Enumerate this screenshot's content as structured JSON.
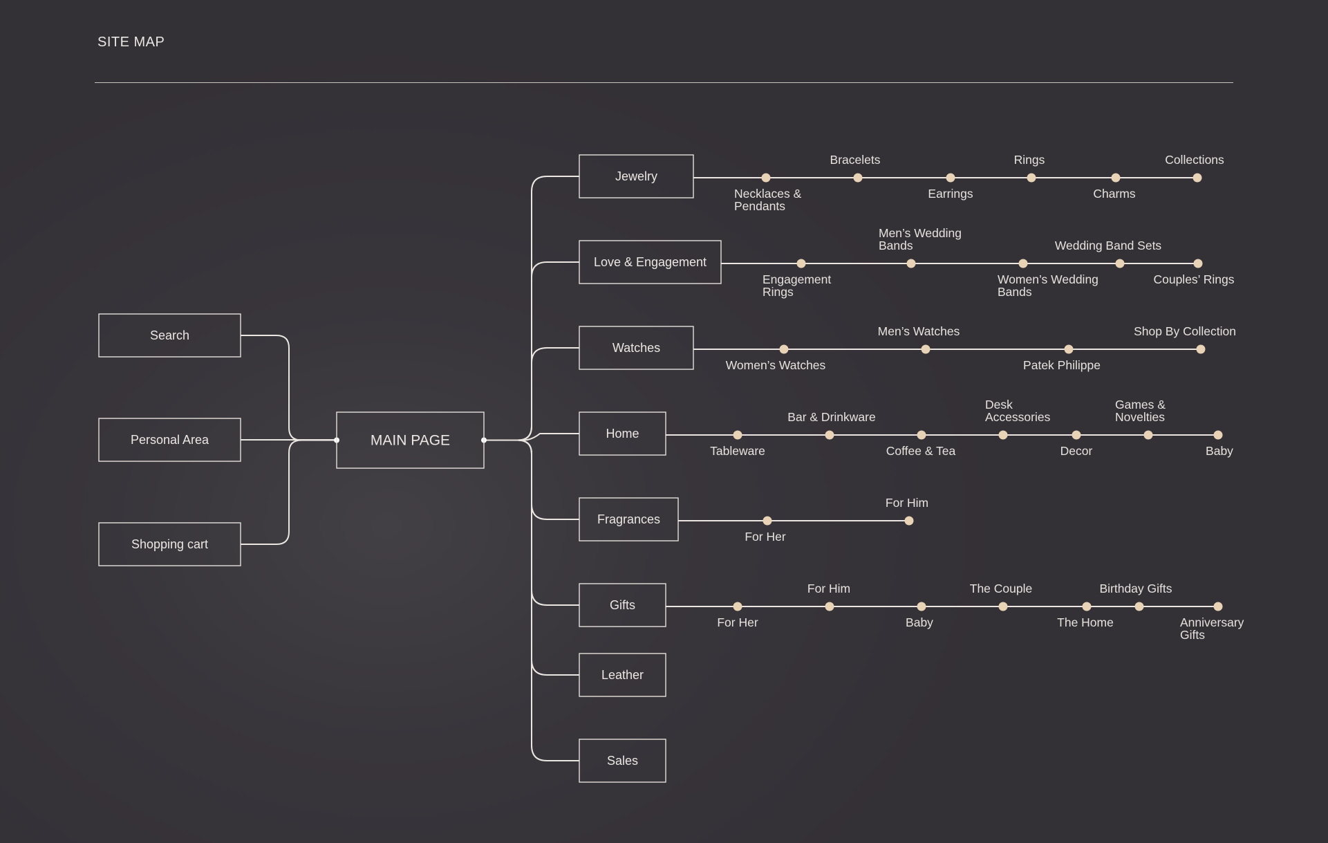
{
  "page": {
    "title": "SITE MAP"
  },
  "main": {
    "label": "MAIN PAGE"
  },
  "utilities": [
    {
      "id": "search",
      "label": "Search"
    },
    {
      "id": "personal-area",
      "label": "Personal Area"
    },
    {
      "id": "shopping-cart",
      "label": "Shopping cart"
    }
  ],
  "categories": [
    {
      "id": "jewelry",
      "label": "Jewelry",
      "subs": [
        {
          "label": [
            "Necklaces &",
            "Pendants"
          ],
          "side": "below"
        },
        {
          "label": [
            "Bracelets"
          ],
          "side": "above"
        },
        {
          "label": [
            "Earrings"
          ],
          "side": "below"
        },
        {
          "label": [
            "Rings"
          ],
          "side": "above"
        },
        {
          "label": [
            "Charms"
          ],
          "side": "below"
        },
        {
          "label": [
            "Collections"
          ],
          "side": "above"
        }
      ]
    },
    {
      "id": "love-engagement",
      "label": "Love & Engagement",
      "subs": [
        {
          "label": [
            "Engagement",
            "Rings"
          ],
          "side": "below"
        },
        {
          "label": [
            "Men’s Wedding",
            "Bands"
          ],
          "side": "above"
        },
        {
          "label": [
            "Women’s Wedding",
            "Bands"
          ],
          "side": "below"
        },
        {
          "label": [
            "Wedding Band Sets"
          ],
          "side": "above"
        },
        {
          "label": [
            "Couples’ Rings"
          ],
          "side": "below"
        }
      ]
    },
    {
      "id": "watches",
      "label": "Watches",
      "subs": [
        {
          "label": [
            "Women’s Watches"
          ],
          "side": "below"
        },
        {
          "label": [
            "Men’s Watches"
          ],
          "side": "above"
        },
        {
          "label": [
            "Patek Philippe"
          ],
          "side": "below"
        },
        {
          "label": [
            "Shop By Collection"
          ],
          "side": "above"
        }
      ]
    },
    {
      "id": "home",
      "label": "Home",
      "subs": [
        {
          "label": [
            "Tableware"
          ],
          "side": "below"
        },
        {
          "label": [
            "Bar & Drinkware"
          ],
          "side": "above"
        },
        {
          "label": [
            "Coffee & Tea"
          ],
          "side": "below"
        },
        {
          "label": [
            "Desk",
            "Accessories"
          ],
          "side": "above"
        },
        {
          "label": [
            "Decor"
          ],
          "side": "below"
        },
        {
          "label": [
            "Games &",
            "Novelties"
          ],
          "side": "above"
        },
        {
          "label": [
            "Baby"
          ],
          "side": "below"
        }
      ]
    },
    {
      "id": "fragrances",
      "label": "Fragrances",
      "subs": [
        {
          "label": [
            "For Her"
          ],
          "side": "below"
        },
        {
          "label": [
            "For Him"
          ],
          "side": "above"
        }
      ]
    },
    {
      "id": "gifts",
      "label": "Gifts",
      "subs": [
        {
          "label": [
            "For Her"
          ],
          "side": "below"
        },
        {
          "label": [
            "For Him"
          ],
          "side": "above"
        },
        {
          "label": [
            "Baby"
          ],
          "side": "below"
        },
        {
          "label": [
            "The Couple"
          ],
          "side": "above"
        },
        {
          "label": [
            "The Home"
          ],
          "side": "below"
        },
        {
          "label": [
            "Birthday Gifts"
          ],
          "side": "above"
        },
        {
          "label": [
            "Anniversary",
            "Gifts"
          ],
          "side": "below"
        }
      ]
    },
    {
      "id": "leather",
      "label": "Leather",
      "subs": []
    },
    {
      "id": "sales",
      "label": "Sales",
      "subs": []
    }
  ],
  "colors": {
    "background": "#38353b",
    "line": "#ebe6e1",
    "node_dot": "#e9d3b6",
    "text": "#ece7e2"
  }
}
